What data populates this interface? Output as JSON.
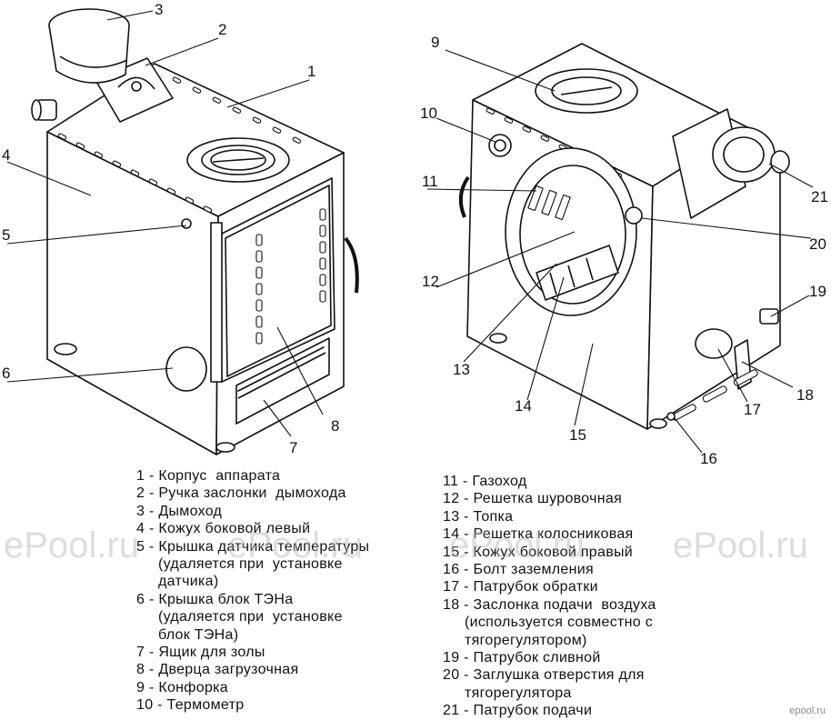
{
  "callouts_left": [
    "1",
    "2",
    "3",
    "4",
    "5",
    "6",
    "7",
    "8"
  ],
  "callouts_right": [
    "9",
    "10",
    "11",
    "12",
    "13",
    "14",
    "15",
    "16",
    "17",
    "18",
    "19",
    "20",
    "21"
  ],
  "legend_left": [
    {
      "num": "1",
      "text": "Корпус  аппарата",
      "cont": []
    },
    {
      "num": "2",
      "text": "Ручка заслонки  дымохода",
      "cont": []
    },
    {
      "num": "3",
      "text": "Дымоход",
      "cont": []
    },
    {
      "num": "4",
      "text": "Кожух боковой левый",
      "cont": []
    },
    {
      "num": "5",
      "text": "Крышка датчика температуры",
      "cont": [
        "(удаляется при  установке",
        "датчика)"
      ]
    },
    {
      "num": "6",
      "text": "Крышка блок ТЭНа",
      "cont": [
        "(удаляется при  установке",
        "блок ТЭНа)"
      ]
    },
    {
      "num": "7",
      "text": "Ящик для золы",
      "cont": []
    },
    {
      "num": "8",
      "text": "Дверца загрузочная",
      "cont": []
    },
    {
      "num": "9",
      "text": "Конфорка",
      "cont": []
    },
    {
      "num": "10",
      "text": "Термометр",
      "cont": []
    }
  ],
  "legend_right": [
    {
      "num": "11",
      "text": "Газоход",
      "cont": []
    },
    {
      "num": "12",
      "text": "Решетка шуровочная",
      "cont": []
    },
    {
      "num": "13",
      "text": "Топка",
      "cont": []
    },
    {
      "num": "14",
      "text": "Решетка колосниковая",
      "cont": []
    },
    {
      "num": "15",
      "text": "Кожух боковой правый",
      "cont": []
    },
    {
      "num": "16",
      "text": "Болт заземления",
      "cont": []
    },
    {
      "num": "17",
      "text": "Патрубок обратки",
      "cont": []
    },
    {
      "num": "18",
      "text": "Заслонка подачи  воздуха",
      "cont": [
        "(используется совместно с",
        "тягорегулятором)"
      ]
    },
    {
      "num": "19",
      "text": "Патрубок сливной",
      "cont": []
    },
    {
      "num": "20",
      "text": "Заглушка отверстия для",
      "cont": [
        "тягорегулятора"
      ]
    },
    {
      "num": "21",
      "text": "Патрубок подачи",
      "cont": []
    }
  ],
  "watermark": "ePool.ru",
  "credit": "epool.ru",
  "colors": {
    "line": "#111111",
    "fill": "#ffffff",
    "shade": "#e9e9e9",
    "watermark": "#b4b4b4"
  }
}
